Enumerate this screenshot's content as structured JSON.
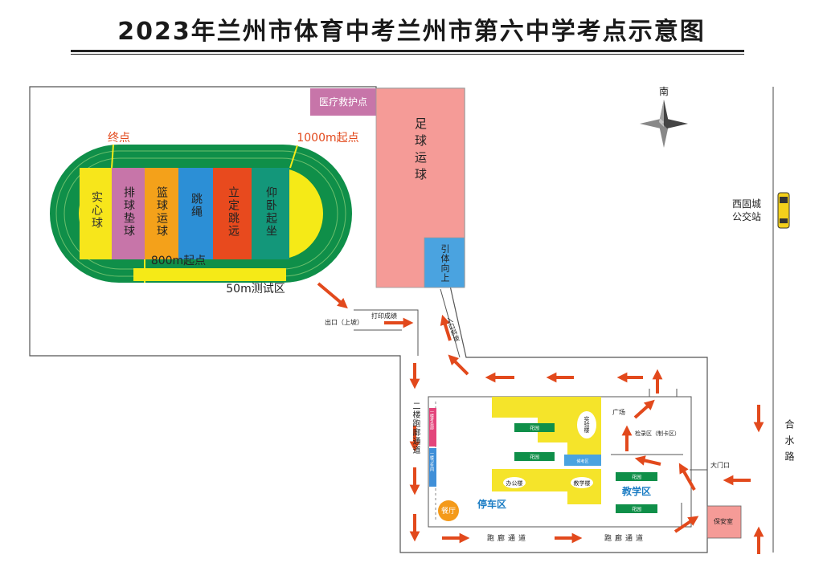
{
  "title": "2023年兰州市体育中考兰州市第六中学考点示意图",
  "compass": {
    "label": "南"
  },
  "track": {
    "finish_label": "终点",
    "start_1000m": "1000m起点",
    "start_800m": "800m起点",
    "zone_50m": "50m测试区",
    "stations": [
      {
        "label": "实心球",
        "color": "#f7e61b"
      },
      {
        "label": "排球垫球",
        "color": "#c775a9"
      },
      {
        "label": "篮球运球",
        "color": "#f4a11a"
      },
      {
        "label": "跳绳",
        "color": "#2c8fd6"
      },
      {
        "label": "立定跳远",
        "color": "#e84a1e"
      },
      {
        "label": "仰卧起坐",
        "color": "#13977a"
      }
    ],
    "colors": {
      "outer": "#0f8f49",
      "field": "#f5ea17"
    }
  },
  "field": {
    "medical": "医疗救护点",
    "football": "足球运球",
    "pullup": "引体向上",
    "exit": "出口（上坡）",
    "print": "打印成绩",
    "entrance_slope": "入口斜坡"
  },
  "campus": {
    "corridor_side": "二楼跑廊通道",
    "strip_pink": "一楼考务部",
    "strip_blue": "一楼卫生间",
    "lab_building": "实验楼",
    "garden": "花园",
    "waiting_area": "候考区",
    "office_building": "办公楼",
    "teaching_building": "教学楼",
    "teaching_zone": "教学区",
    "parking": "停车区",
    "canteen": "餐厅",
    "plaza": "广场",
    "checkin": "检录区（制卡区）",
    "gate": "大门口",
    "guard": "保安室",
    "corridor_bottom_1": "跑廊通道",
    "corridor_bottom_2": "跑廊通道"
  },
  "roads": {
    "bus_stop": "西固城公交站",
    "street": "合水路"
  }
}
